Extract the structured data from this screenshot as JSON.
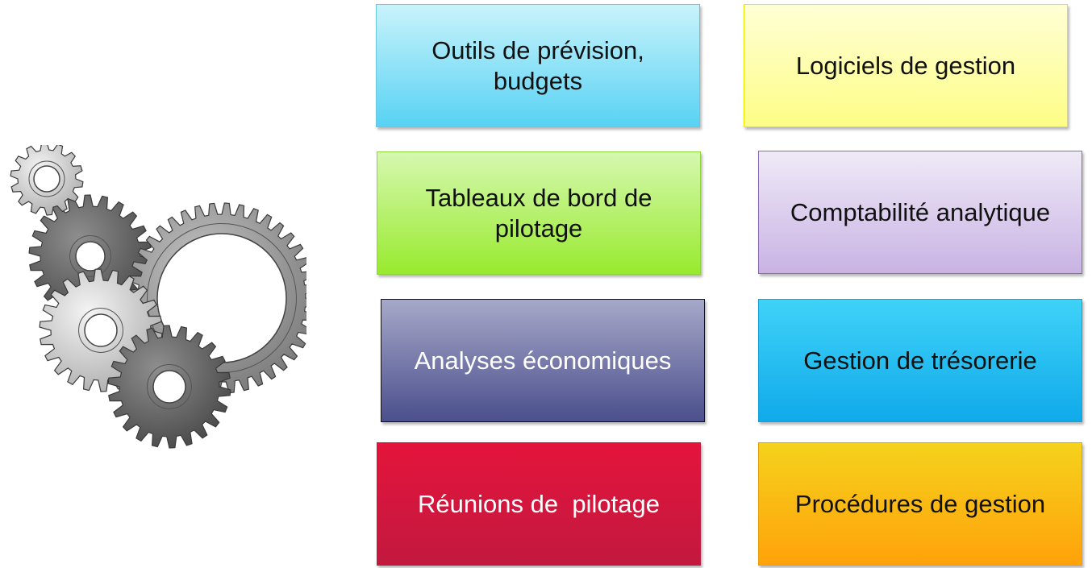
{
  "boxes": [
    {
      "id": "outils",
      "label": "Outils de prévision,\nbudgets",
      "color_top": "#c9f3fb",
      "color_bottom": "#58d2f4",
      "border": "#6cc6e0",
      "text": "#111111"
    },
    {
      "id": "logiciels",
      "label": "Logiciels de gestion",
      "color_top": "#ffffd6",
      "color_bottom": "#fdfd86",
      "border": "#e8e800",
      "text": "#111111"
    },
    {
      "id": "tableaux",
      "label": "Tableaux de bord de\npilotage",
      "color_top": "#d6f8b0",
      "color_bottom": "#98ea2e",
      "border": "#8fd43c",
      "text": "#111111"
    },
    {
      "id": "compta",
      "label": "Comptabilité analytique",
      "color_top": "#efeaf7",
      "color_bottom": "#c9b3e4",
      "border": "#8b6bb3",
      "text": "#111111"
    },
    {
      "id": "analyses",
      "label": "Analyses économiques",
      "color_top": "#a6a8c9",
      "color_bottom": "#4b4f8c",
      "border": "#111111",
      "text": "#ffffff"
    },
    {
      "id": "tresorerie",
      "label": "Gestion de trésorerie",
      "color_top": "#3fd2f8",
      "color_bottom": "#10aaea",
      "border": "#1a9fd8",
      "text": "#111111"
    },
    {
      "id": "reunions",
      "label": "Réunions de  pilotage",
      "color_top": "#e4143c",
      "color_bottom": "#c2193f",
      "border": "#c2193f",
      "text": "#ffffff"
    },
    {
      "id": "procedures",
      "label": "Procédures de gestion",
      "color_top": "#f5d21c",
      "color_bottom": "#ffa20a",
      "border": "#e3a20c",
      "text": "#111111"
    }
  ],
  "gears_illustration": "gears-icon"
}
